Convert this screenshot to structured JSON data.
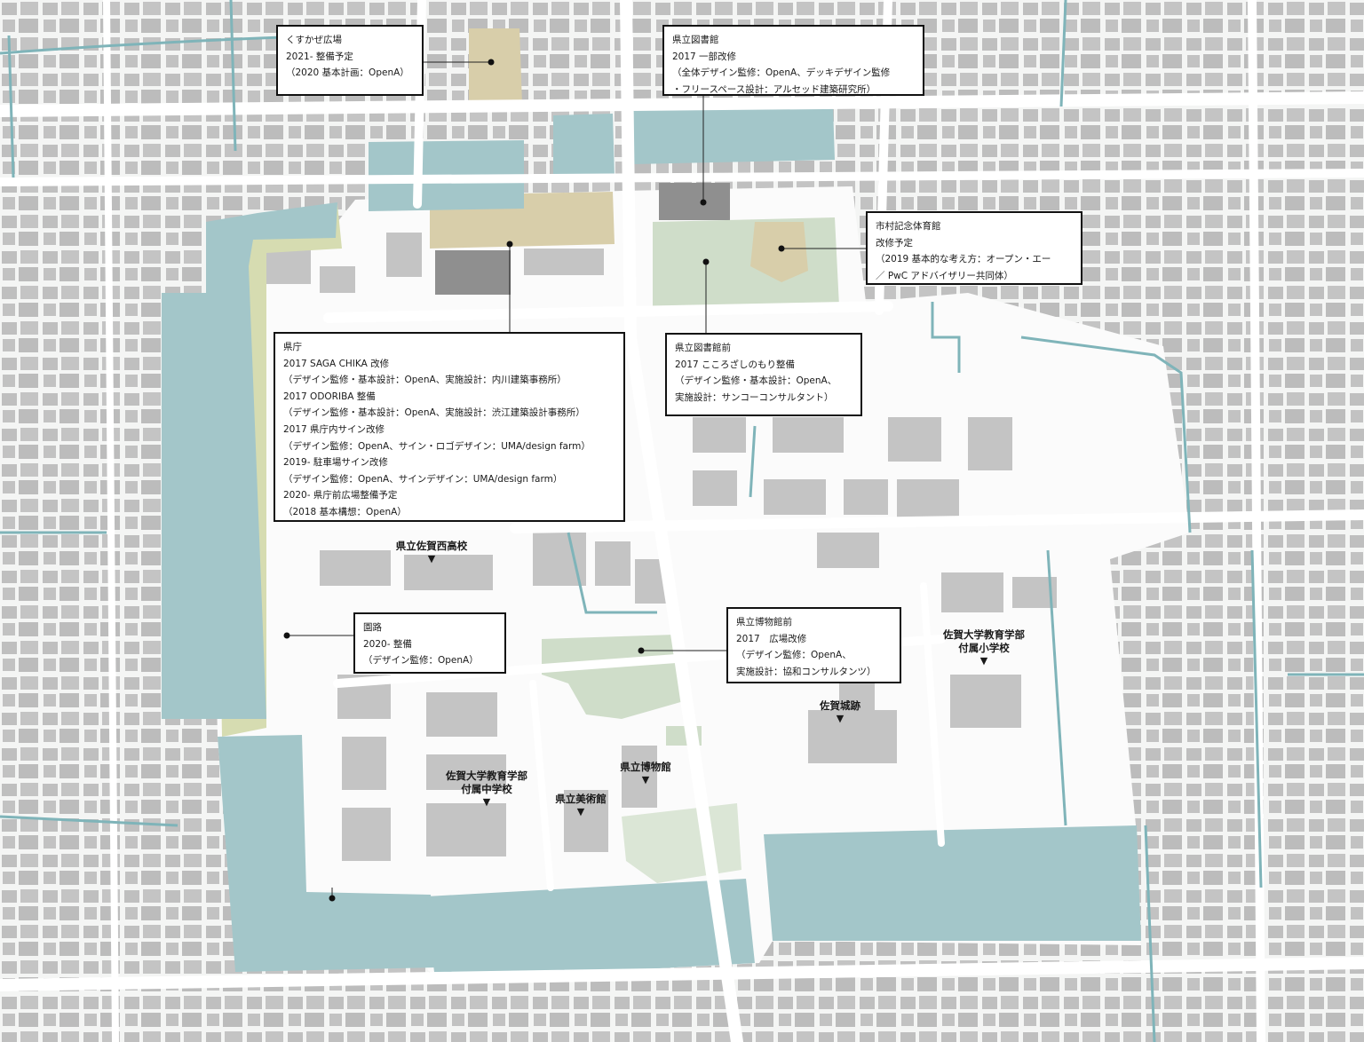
{
  "callouts": [
    {
      "id": "kusukaze",
      "lines": [
        "くすかぜ広場",
        "2021- 整備予定",
        "（2020 基本計画：OpenA）"
      ]
    },
    {
      "id": "library",
      "lines": [
        "県立図書館",
        "2017 一部改修",
        "（全体デザイン監修：OpenA、デッキデザイン監修",
        "・フリースペース設計：アルセッド建築研究所）"
      ]
    },
    {
      "id": "gym",
      "lines": [
        "市村記念体育館",
        "改修予定",
        "（2019 基本的な考え方：オープン・エー",
        "／ PwC アドバイザリー共同体）"
      ]
    },
    {
      "id": "library_front",
      "lines": [
        "県立図書館前",
        "2017 こころざしのもり整備",
        "（デザイン監修・基本設計：OpenA、",
        "実施設計：サンコーコンサルタント）"
      ]
    },
    {
      "id": "prefecture",
      "lines": [
        "県庁",
        "2017 SAGA CHIKA 改修",
        "（デザイン監修・基本設計：OpenA、実施設計：内川建築事務所）",
        "2017 ODORIBA 整備",
        "（デザイン監修・基本設計：OpenA、実施設計：渋江建築設計事務所）",
        "2017 県庁内サイン改修",
        "（デザイン監修：OpenA、サイン・ロゴデザイン：UMA/design farm）",
        "2019- 駐車場サイン改修",
        "（デザイン監修：OpenA、サインデザイン：UMA/design farm）",
        "2020- 県庁前広場整備予定",
        "（2018 基本構想：OpenA）"
      ]
    },
    {
      "id": "enro",
      "lines": [
        "園路",
        "2020- 整備",
        "（デザイン監修：OpenA）"
      ]
    },
    {
      "id": "museum_front",
      "lines": [
        "県立博物館前",
        "2017　広場改修",
        "（デザイン監修：OpenA、",
        "実施設計：協和コンサルタンツ）"
      ]
    }
  ],
  "places": [
    {
      "id": "nishi_high",
      "lines": [
        "県立佐賀西高校"
      ]
    },
    {
      "id": "univ_elem",
      "lines": [
        "佐賀大学教育学部",
        "付属小学校"
      ]
    },
    {
      "id": "castle",
      "lines": [
        "佐賀城跡"
      ]
    },
    {
      "id": "univ_junior",
      "lines": [
        "佐賀大学教育学部",
        "付属中学校"
      ]
    },
    {
      "id": "museum",
      "lines": [
        "県立博物館"
      ]
    },
    {
      "id": "art_museum",
      "lines": [
        "県立美術館"
      ]
    }
  ],
  "marker": "▼",
  "colors": {
    "background": "#f4f5f4",
    "building": "#bfbfbf",
    "building_dark": "#8f8f8f",
    "moat": "#a3c6c9",
    "canal": "#7fb4b9",
    "park_green": "#cfddc9",
    "sand_field": "#d8ceaa",
    "moat_edge": "#d6dcb1",
    "road": "#ffffff",
    "leader": "#222222"
  }
}
